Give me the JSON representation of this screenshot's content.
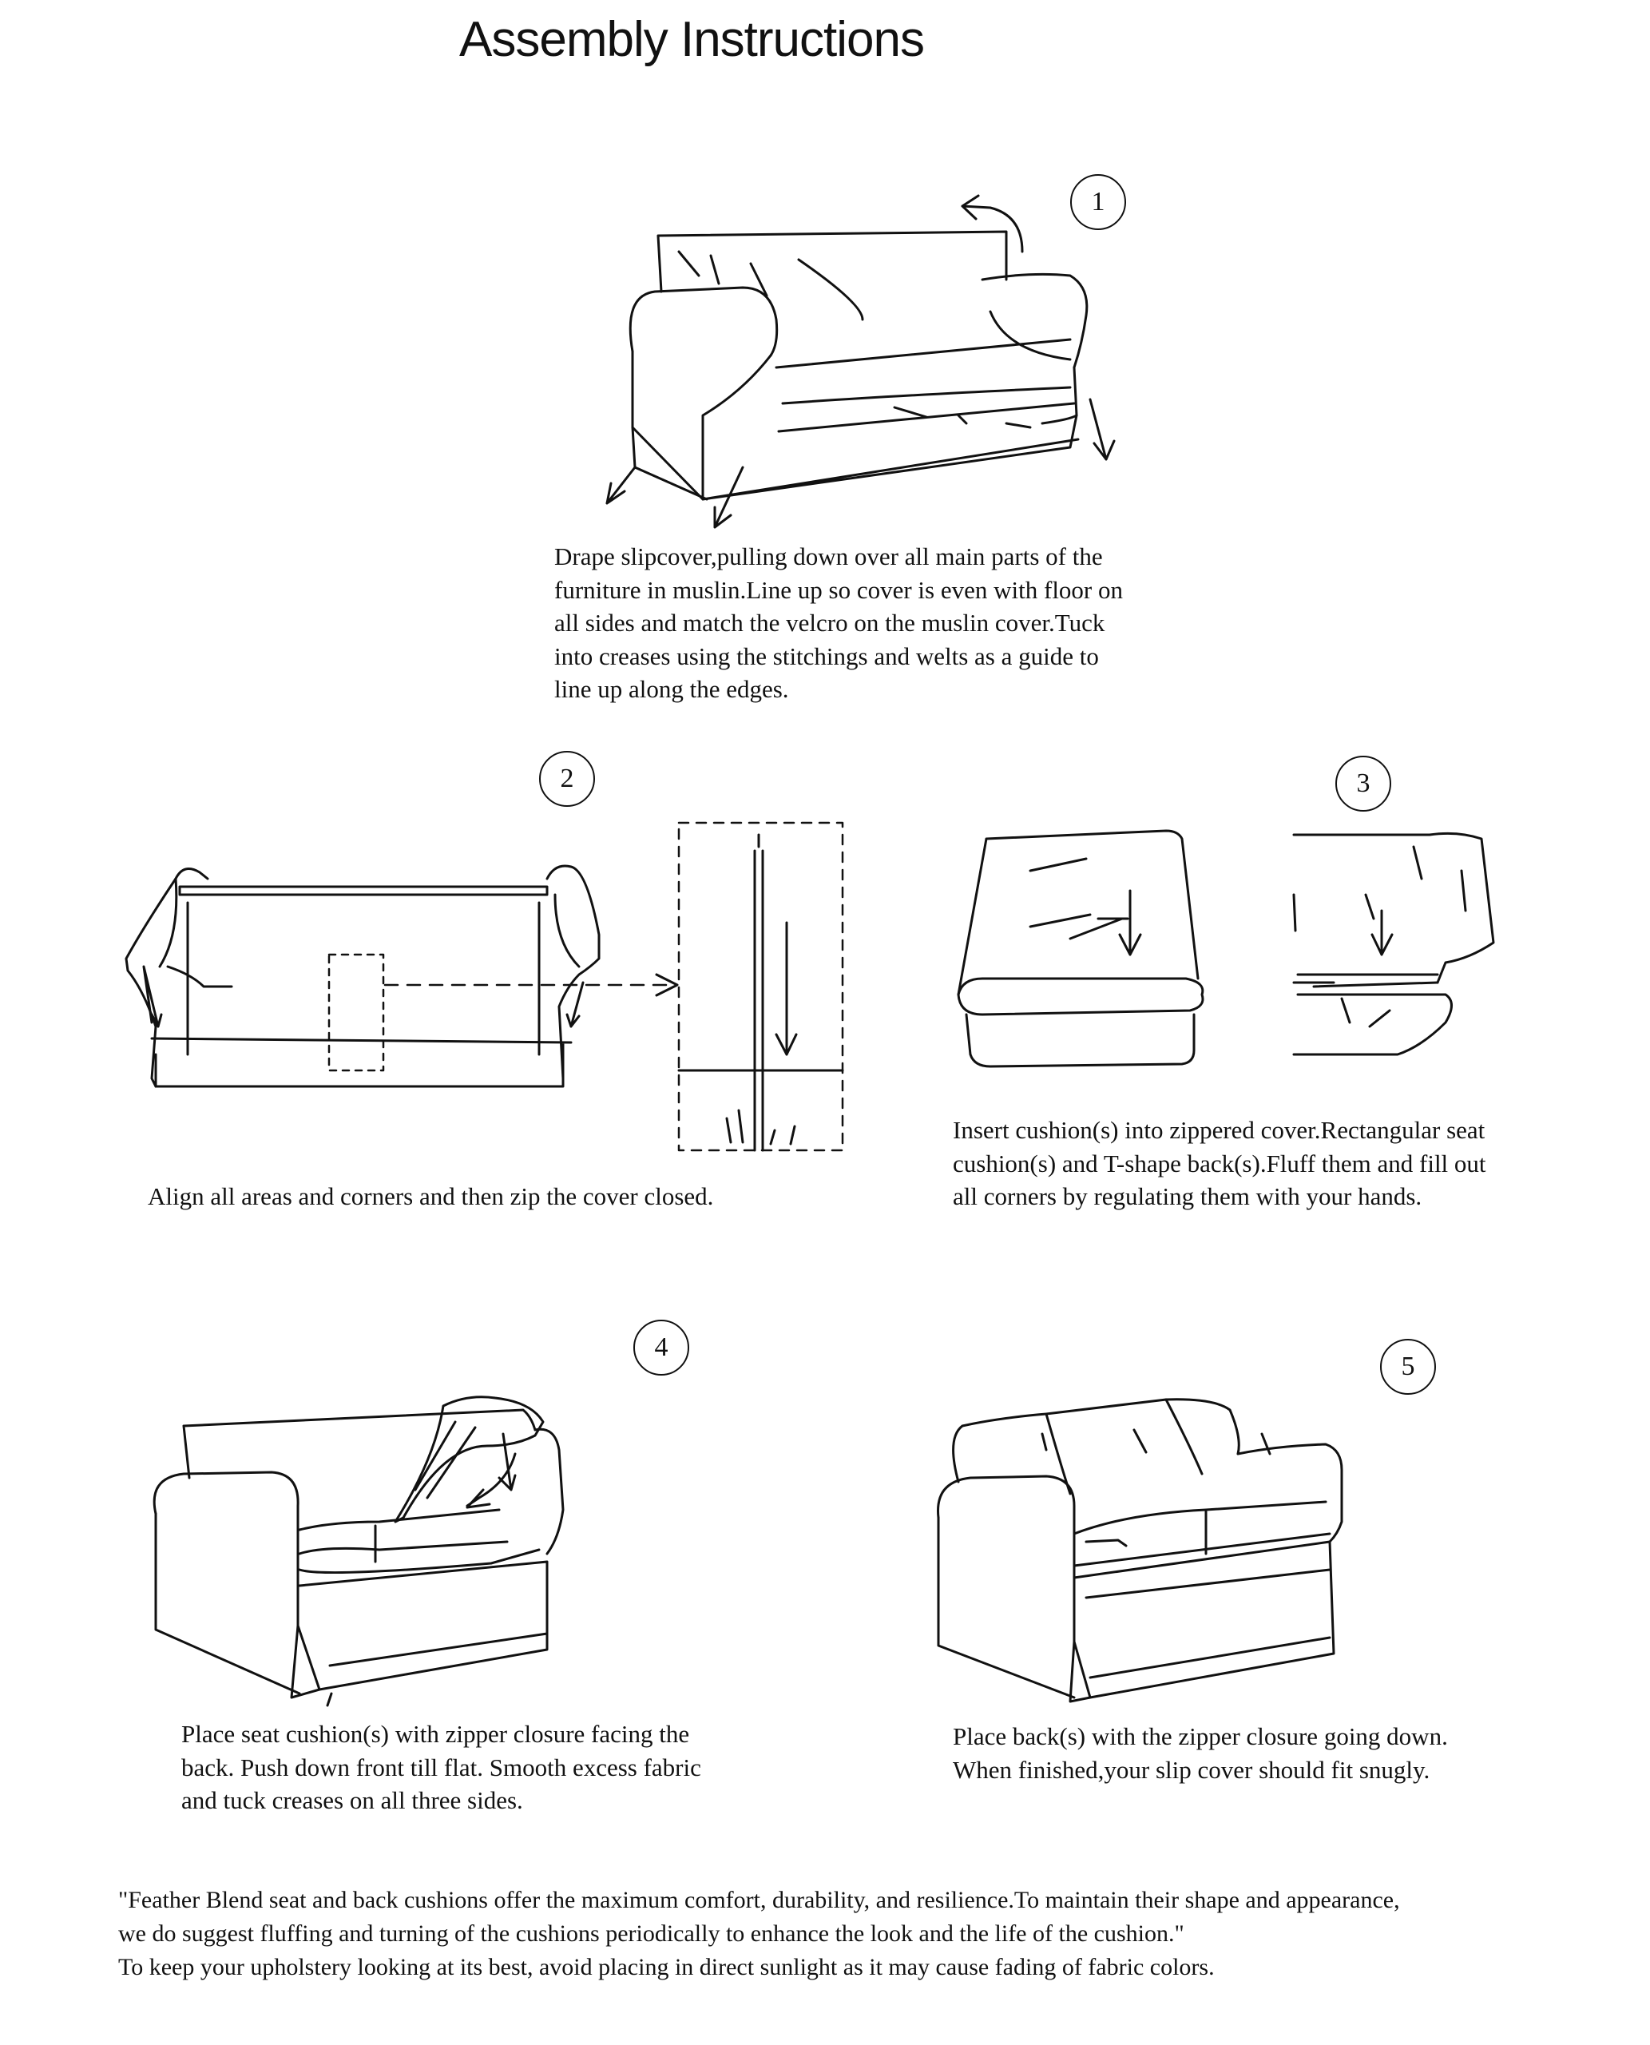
{
  "title": "Assembly Instructions",
  "steps": [
    {
      "number": "1",
      "lines": [
        "Drape slipcover,pulling down over all main parts of the",
        "furniture in muslin.Line up so cover is even with floor on",
        "all sides and match the velcro on the muslin cover.Tuck",
        "into creases using the stitchings and welts as a guide to",
        "line up along the edges."
      ]
    },
    {
      "number": "2",
      "lines": [
        "Align all areas and corners and then zip the cover closed."
      ]
    },
    {
      "number": "3",
      "lines": [
        "Insert cushion(s) into zippered cover.Rectangular seat",
        "cushion(s) and  T-shape back(s).Fluff them and fill out",
        "all corners by regulating them with your hands."
      ]
    },
    {
      "number": "4",
      "lines": [
        "Place seat cushion(s) with zipper closure facing the",
        "back. Push down front till flat. Smooth excess fabric",
        "and tuck creases on all three sides."
      ]
    },
    {
      "number": "5",
      "lines": [
        "Place back(s) with the zipper closure going down.",
        "When finished,your slip cover should fit snugly."
      ]
    }
  ],
  "footer": {
    "lines": [
      "\"Feather Blend seat and back cushions offer the maximum comfort, durability, and resilience.To maintain their shape and appearance,",
      "we do suggest fluffing and turning of the cushions periodically to enhance the look and the life of the cushion.\"",
      "To keep your upholstery looking at its best, avoid placing in direct sunlight as it may cause fading of fabric colors."
    ]
  }
}
